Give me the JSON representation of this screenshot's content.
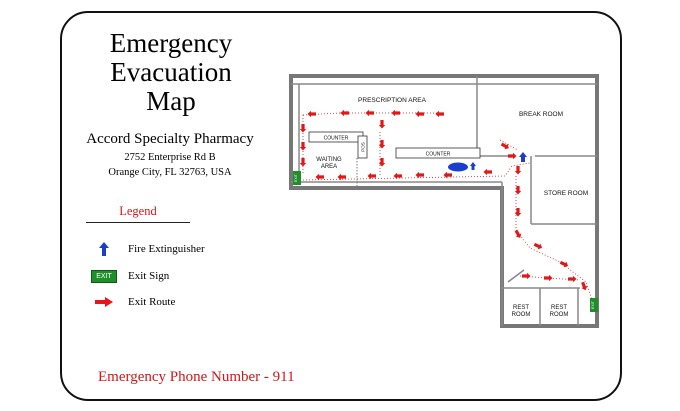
{
  "title": {
    "line1": "Emergency",
    "line2": "Evacuation",
    "line3": "Map"
  },
  "business": {
    "name": "Accord Specialty Pharmacy",
    "address1": "2752 Enterprise Rd B",
    "address2": "Orange City, FL 32763, USA"
  },
  "legend": {
    "title": "Legend",
    "items": [
      {
        "label": "Fire Extinguisher",
        "icon": "fire-extinguisher-icon"
      },
      {
        "label": "Exit Sign",
        "icon": "exit-sign-icon",
        "badge": "EXIT"
      },
      {
        "label": "Exit Route",
        "icon": "exit-route-arrow-icon"
      }
    ]
  },
  "map": {
    "rooms": {
      "prescription_area": "PRESCRIPTION AREA",
      "break_room": "BREAK ROOM",
      "store_room": "STORE ROOM",
      "waiting_area_1": "WAITING",
      "waiting_area_2": "AREA",
      "counter_1": "COUNTER",
      "counter_2": "COUNTER",
      "pos": "POS",
      "rest_room_1a": "REST",
      "rest_room_1b": "ROOM",
      "rest_room_2a": "REST",
      "rest_room_2b": "ROOM"
    },
    "exit_badge": "EXIT",
    "colors": {
      "route": "#e01818",
      "exit": "#1f8f2c",
      "extinguisher": "#1a3fcf",
      "wall": "#777777"
    }
  },
  "footer": {
    "phone": "Emergency Phone Number - 911"
  }
}
